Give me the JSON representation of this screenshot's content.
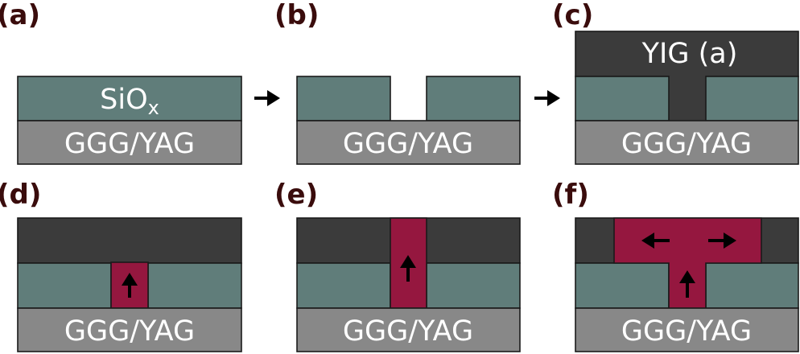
{
  "colors": {
    "label": "#3a0c0c",
    "substrate": "#888888",
    "oxide": "#607d7a",
    "yig_amorphous": "#3b3b3b",
    "yig_crystal": "#95173f",
    "arrow": "#000000",
    "background": "#ffffff"
  },
  "labels": {
    "a": "(a)",
    "b": "(b)",
    "c": "(c)",
    "d": "(d)",
    "e": "(e)",
    "f": "(f)"
  },
  "layers": {
    "substrate": "GGG/YAG",
    "oxide_base": "SiO",
    "oxide_sub": "x",
    "yig": "YIG (a)"
  },
  "icons": {
    "step_arrow": "right-arrow-icon",
    "growth_arrow": "up-arrow-icon",
    "lateral_arrow": "left-right-arrow-icon"
  }
}
